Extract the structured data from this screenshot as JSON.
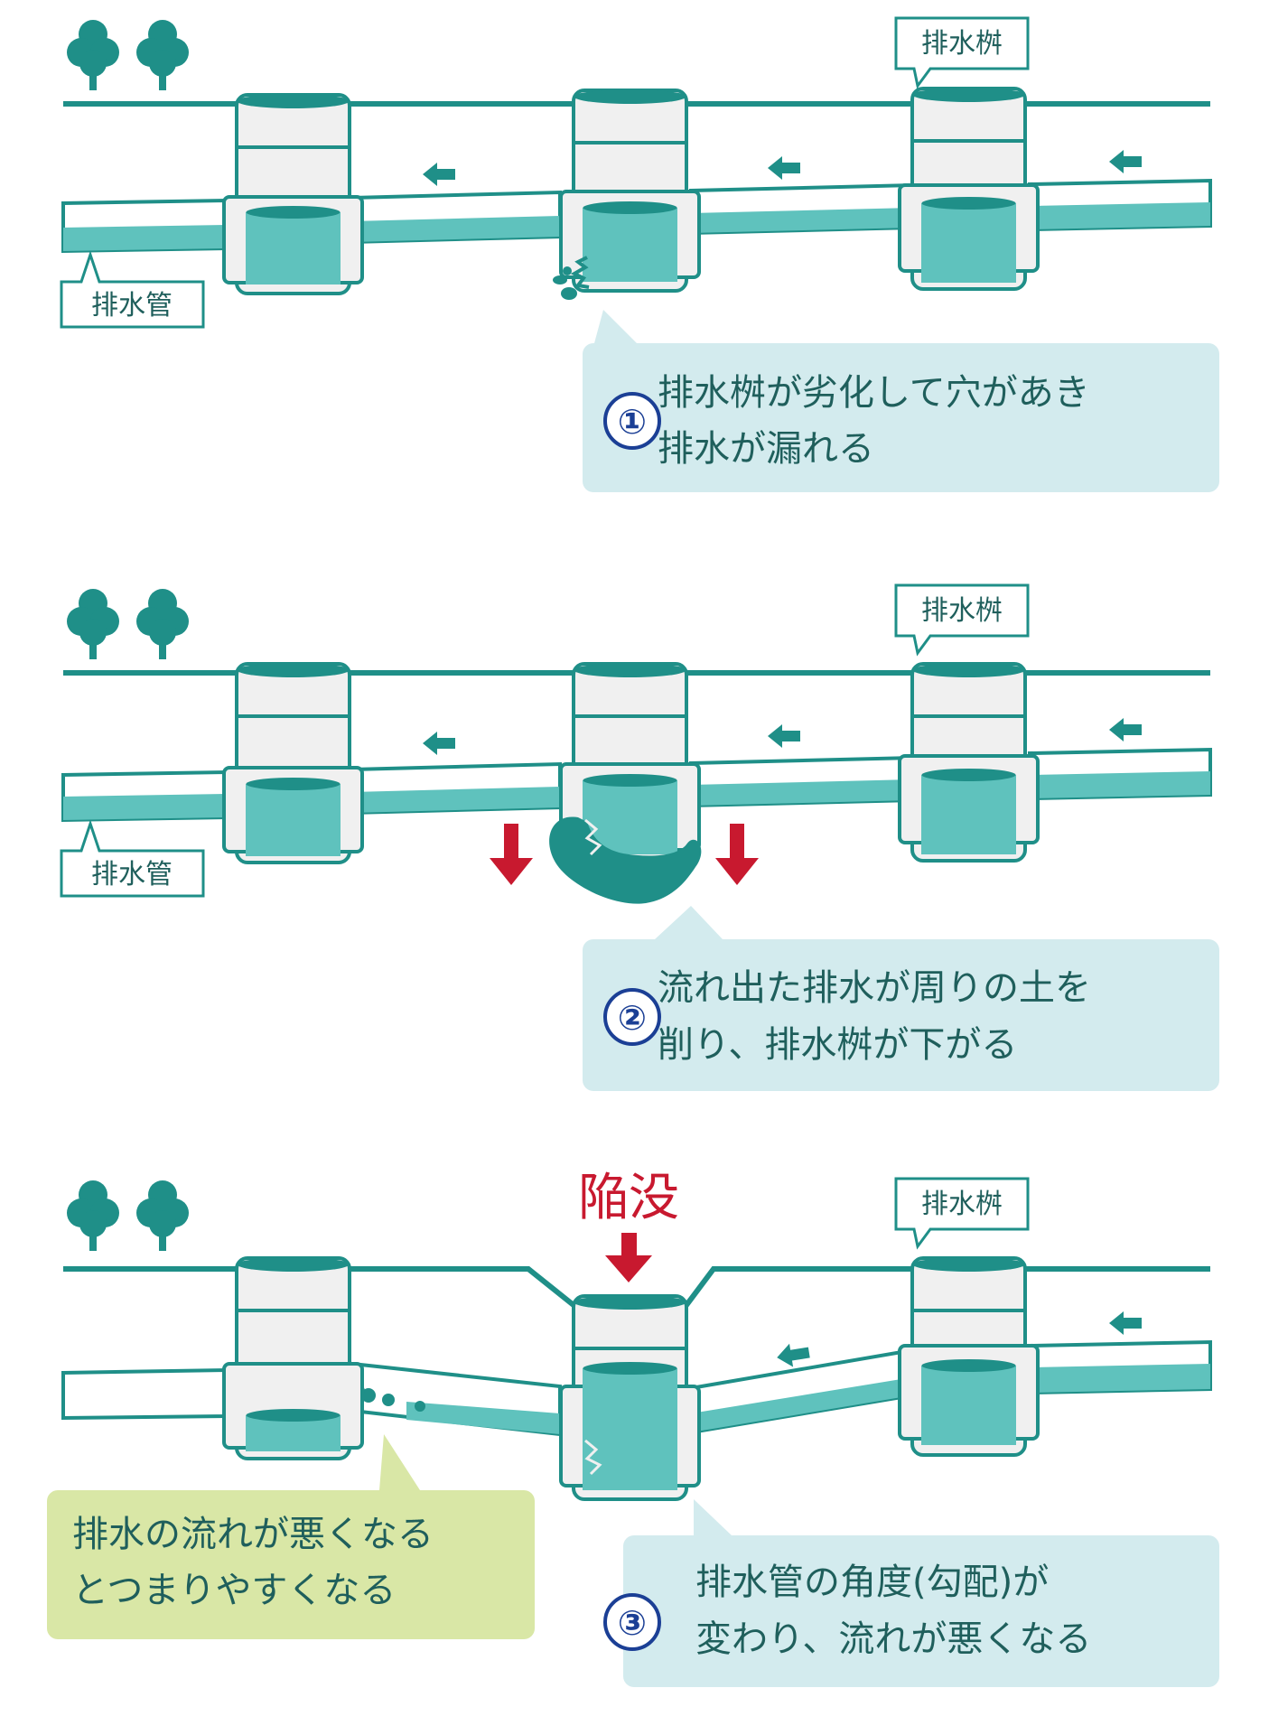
{
  "colors": {
    "teal": "#1f8f88",
    "water": "#5fc2bd",
    "box_fill": "#f0f0f0",
    "ground_line": "#1f8f88",
    "info_bg": "#d3ebee",
    "info_bg_green": "#d9e7a6",
    "number_blue": "#1b3f95",
    "danger_red": "#c8192f",
    "text": "#1f5f5c"
  },
  "panels": [
    {
      "label_box": "排水桝",
      "label_pipe": "排水管",
      "step_number": "①",
      "info_lines": [
        "排水桝が劣化して穴があき",
        "排水が漏れる"
      ]
    },
    {
      "label_box": "排水桝",
      "label_pipe": "排水管",
      "step_number": "②",
      "info_lines": [
        "流れ出た排水が周りの土を",
        "削り、排水桝が下がる"
      ]
    },
    {
      "label_box": "排水桝",
      "subsidence_label": "陥没",
      "step_number": "③",
      "info_lines": [
        "排水管の角度(勾配)が",
        "変わり、流れが悪くなる"
      ],
      "note_lines": [
        "排水の流れが悪くなる",
        "とつまりやすくなる"
      ]
    }
  ],
  "icons": {
    "tree": "tree-icon",
    "flow_arrow": "flow-arrow-left-icon",
    "down_arrow": "down-arrow-icon",
    "leak": "water-leak-icon"
  }
}
